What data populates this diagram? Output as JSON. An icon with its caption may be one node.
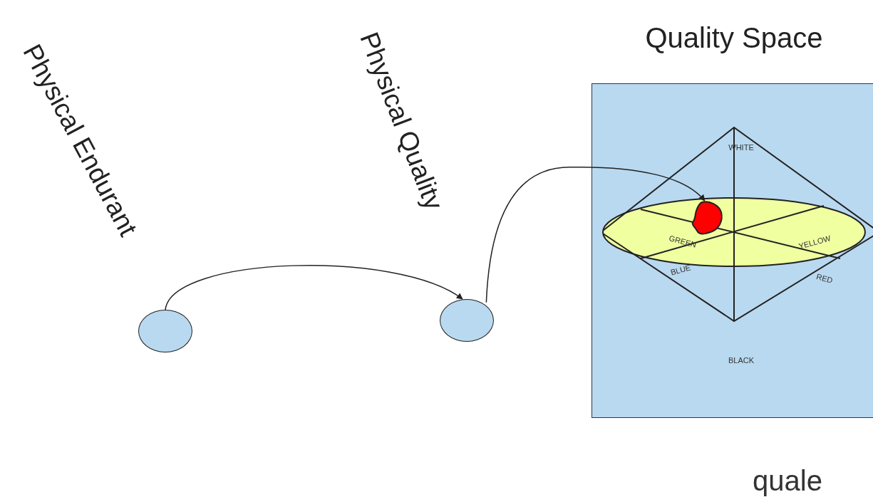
{
  "diagram": {
    "nodes": [
      {
        "text": [],
        "shape": "circle",
        "beside": [
          "Physical Endurant"
        ]
      },
      {
        "text": [],
        "shape": "circle",
        "beside": [
          "Physical Quality"
        ]
      },
      {
        "text": [
          "Quality Space"
        ]
      },
      {
        "text": [],
        "shape": "blob",
        "in": 2
      }
    ],
    "edges": [
      {
        "from": 0,
        "to": 1,
        "arrow": "to"
      },
      {
        "from": 1,
        "to": 3,
        "arrow": "to"
      }
    ],
    "labels": [
      "WHITE",
      "GREEN",
      "YELLOW",
      "BLUE",
      "RED",
      "BLACK",
      "quale"
    ]
  }
}
